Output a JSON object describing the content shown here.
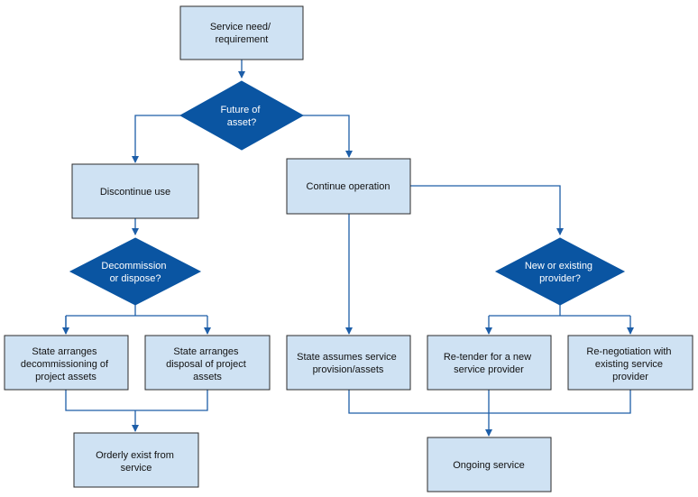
{
  "nodes": {
    "service_need": {
      "lines": [
        "Service need/",
        "requirement"
      ]
    },
    "future_of_asset": {
      "lines": [
        "Future of",
        "asset?"
      ]
    },
    "discontinue_use": {
      "lines": [
        "Discontinue use"
      ]
    },
    "continue_operation": {
      "lines": [
        "Continue operation"
      ]
    },
    "decommission_or_dispose": {
      "lines": [
        "Decommission",
        "or dispose?"
      ]
    },
    "new_or_existing_provider": {
      "lines": [
        "New or existing",
        "provider?"
      ]
    },
    "state_arranges_decommissioning": {
      "lines": [
        "State arranges",
        "decommissioning of",
        "project assets"
      ]
    },
    "state_arranges_disposal": {
      "lines": [
        "State arranges",
        "disposal of project",
        "assets"
      ]
    },
    "state_assumes_service": {
      "lines": [
        "State assumes service",
        "provision/assets"
      ]
    },
    "retender": {
      "lines": [
        "Re-tender for a new",
        "service provider"
      ]
    },
    "renegotiation": {
      "lines": [
        "Re-negotiation with",
        "existing service",
        "provider"
      ]
    },
    "orderly_exit": {
      "lines": [
        "Orderly exist from",
        "service"
      ]
    },
    "ongoing_service": {
      "lines": [
        "Ongoing service"
      ]
    }
  },
  "colors": {
    "box_fill": "#cfe2f3",
    "box_border": "#2b2b2b",
    "decision_fill": "#0a55a2",
    "connector": "#1d5ea8"
  }
}
